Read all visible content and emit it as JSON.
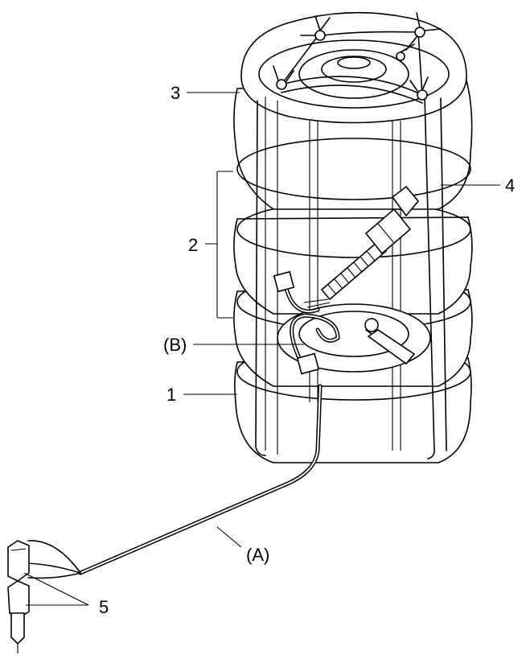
{
  "callouts": {
    "label_1": "1",
    "label_2": "2",
    "label_3": "3",
    "label_4": "4",
    "label_5": "5",
    "label_A": "(A)",
    "label_B": "(B)"
  },
  "colors": {
    "line": "#000000",
    "background": "#ffffff"
  }
}
